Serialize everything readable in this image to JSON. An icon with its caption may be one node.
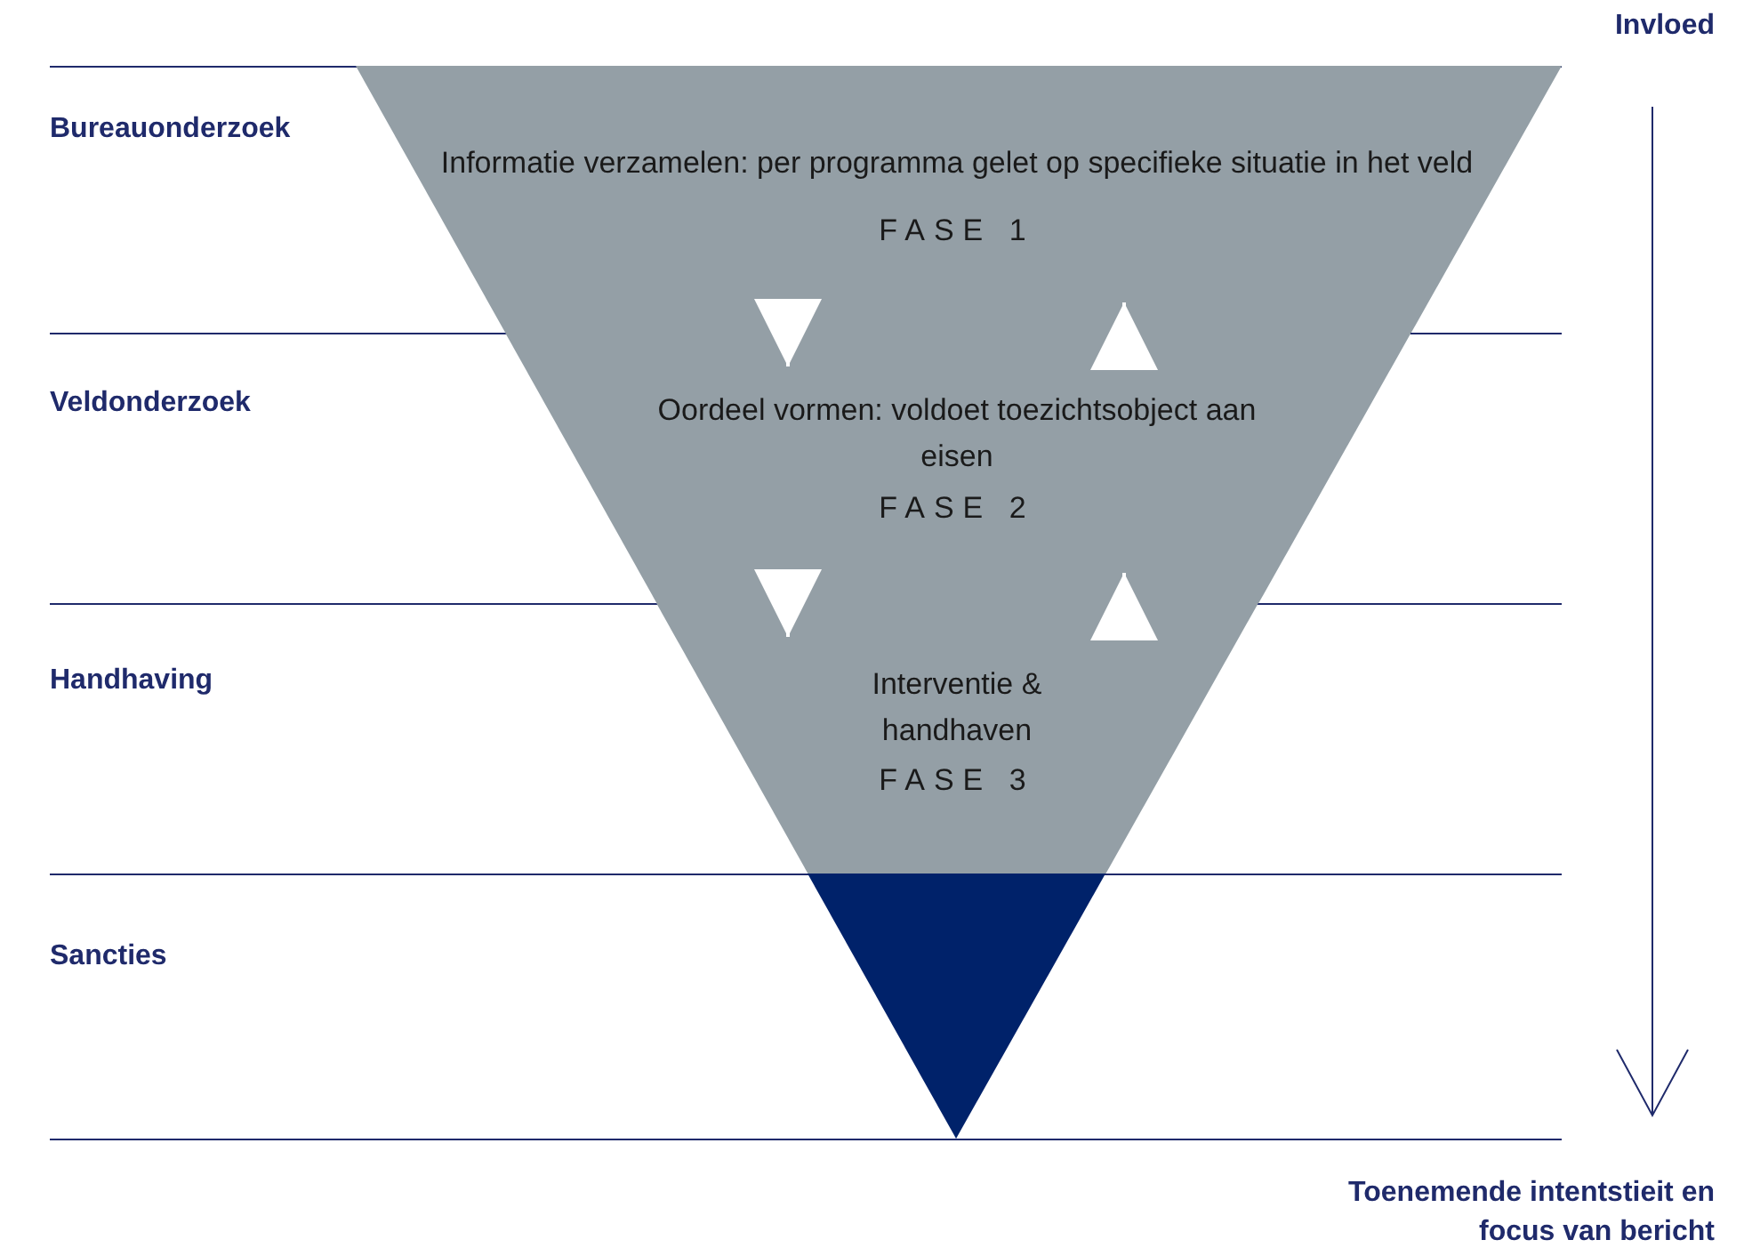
{
  "diagram": {
    "nodes": [
      {
        "text": [
          "Informatie verzamelen: per programma gelet op specifieke situatie in het veld",
          "FASE 1"
        ]
      },
      {
        "text": [
          "Oordeel vormen: voldoet toezichtsobject aan eisen",
          "FASE 2"
        ]
      },
      {
        "text": [
          "Interventie & handhaven",
          "FASE 3"
        ]
      },
      {
        "text": [],
        "shape": "triangle"
      }
    ],
    "edges": [
      {
        "from": 0,
        "to": 1,
        "arrow": "to"
      },
      {
        "from": 1,
        "to": 0,
        "arrow": "to"
      },
      {
        "from": 1,
        "to": 2,
        "arrow": "to"
      },
      {
        "from": 2,
        "to": 1,
        "arrow": "to"
      }
    ],
    "labels": [
      "Invloed",
      "Bureauonderzoek",
      "Veldonderzoek",
      "Handhaving",
      "Sancties",
      "Toenemende intentstieit en focus van bericht"
    ]
  }
}
